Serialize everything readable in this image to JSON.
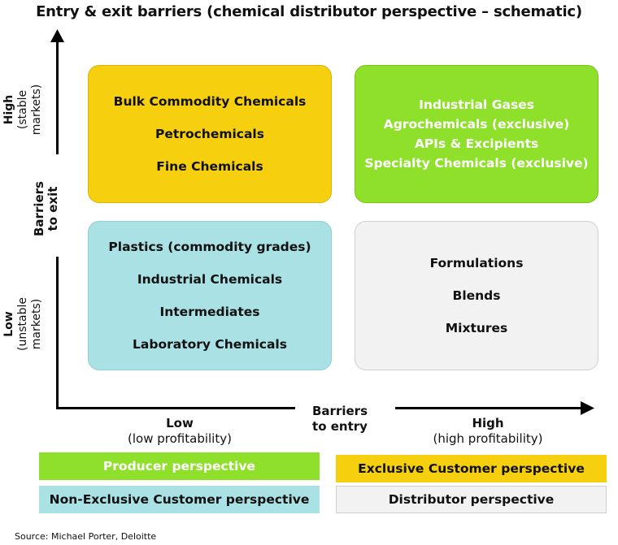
{
  "title": "Entry & exit barriers (chemical distributor perspective – schematic)",
  "y_axis": {
    "label_line1": "Barriers",
    "label_line2": "to exit",
    "high": "High",
    "high_sub1": "(stable",
    "high_sub2": "markets)",
    "low": "Low",
    "low_sub1": "(unstable",
    "low_sub2": "markets)"
  },
  "x_axis": {
    "label_line1": "Barriers",
    "label_line2": "to entry",
    "low": "Low",
    "low_sub": "(low profitability)",
    "high": "High",
    "high_sub": "(high profitability)"
  },
  "quadrants": {
    "top_left": [
      "Bulk Commodity Chemicals",
      "Petrochemicals",
      "Fine Chemicals"
    ],
    "top_right": [
      "Industrial Gases",
      "Agrochemicals (exclusive)",
      "APIs & Excipients",
      "Specialty Chemicals (exclusive)"
    ],
    "bottom_left": [
      "Plastics (commodity grades)",
      "Industrial Chemicals",
      "Intermediates",
      "Laboratory Chemicals"
    ],
    "bottom_right": [
      "Formulations",
      "Blends",
      "Mixtures"
    ]
  },
  "legend": {
    "producer": "Producer perspective",
    "exclusive_customer": "Exclusive Customer perspective",
    "non_exclusive_customer": "Non-Exclusive Customer perspective",
    "distributor": "Distributor perspective"
  },
  "colors": {
    "yellow": "#f6d00e",
    "green": "#8ee02a",
    "cyan": "#a9e1e4",
    "gray": "#f2f2f2"
  },
  "source": "Source: Michael Porter, Deloitte"
}
